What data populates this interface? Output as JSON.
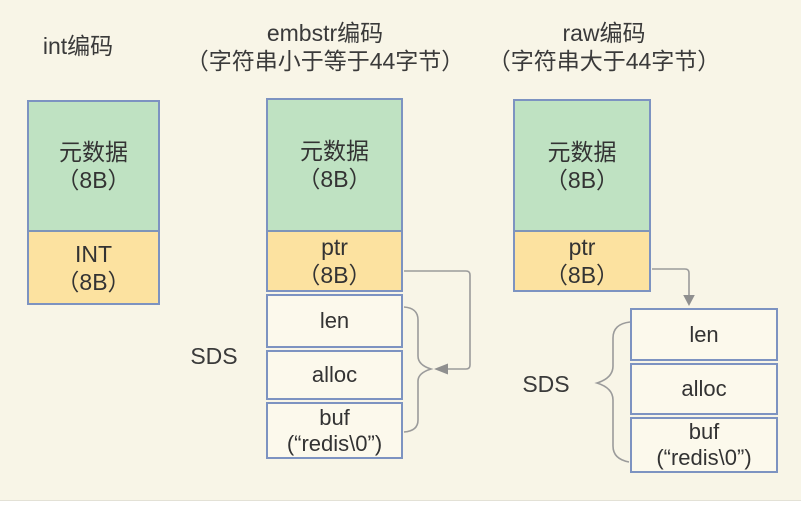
{
  "canvas": {
    "background_color": "#f8f5e7",
    "bottom_strip_color": "#ffffff"
  },
  "colors": {
    "metadata_fill": "#bfe2c2",
    "value_fill": "#fce2a0",
    "box_border": "#7d93c1",
    "row_fill": "#fcf9ec",
    "connector": "#9b9b9b",
    "text": "#3a3a3a"
  },
  "titles": {
    "int": {
      "line1": "int编码",
      "line2": ""
    },
    "embstr": {
      "line1": "embstr编码",
      "line2": "（字符串小于等于44字节）"
    },
    "raw": {
      "line1": "raw编码",
      "line2": "（字符串大于44字节）"
    }
  },
  "int_diagram": {
    "metadata": {
      "line1": "元数据",
      "line2": "（8B）"
    },
    "value": {
      "line1": "INT",
      "line2": "（8B）"
    }
  },
  "embstr_diagram": {
    "metadata": {
      "line1": "元数据",
      "line2": "（8B）"
    },
    "pointer": {
      "line1": "ptr",
      "line2": "（8B）"
    },
    "sds_label": "SDS",
    "rows": {
      "len": {
        "line1": "len",
        "line2": ""
      },
      "alloc": {
        "line1": "alloc",
        "line2": ""
      },
      "buf": {
        "line1": "buf",
        "line2": "(“redis\\0”)"
      }
    }
  },
  "raw_diagram": {
    "metadata": {
      "line1": "元数据",
      "line2": "（8B）"
    },
    "pointer": {
      "line1": "ptr",
      "line2": "（8B）"
    },
    "sds_label": "SDS",
    "rows": {
      "len": {
        "line1": "len",
        "line2": ""
      },
      "alloc": {
        "line1": "alloc",
        "line2": ""
      },
      "buf": {
        "line1": "buf",
        "line2": "(“redis\\0”)"
      }
    }
  }
}
